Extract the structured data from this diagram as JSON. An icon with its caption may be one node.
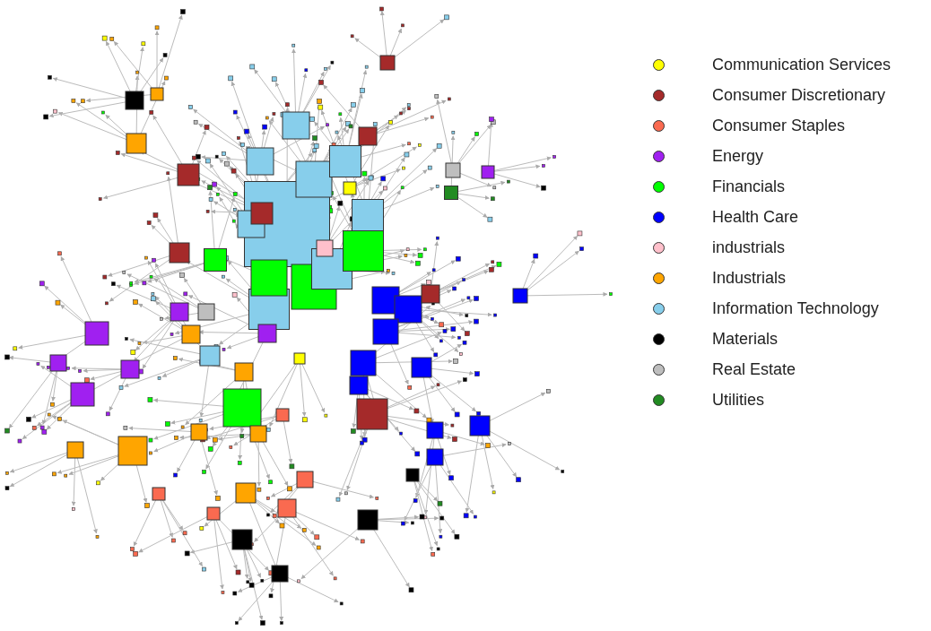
{
  "diagram": {
    "legend": [
      {
        "text": "Communication Services",
        "color": "#ffff00"
      },
      {
        "text": "Consumer Discretionary",
        "color": "#a52a2a"
      },
      {
        "text": "Consumer Staples",
        "color": "#fa6a50"
      },
      {
        "text": "Energy",
        "color": "#a020f0"
      },
      {
        "text": "Financials",
        "color": "#00ff00"
      },
      {
        "text": "Health Care",
        "color": "#0000ff"
      },
      {
        "text": "industrials",
        "color": "#ffc0cb"
      },
      {
        "text": "Industrials",
        "color": "#ffa500"
      },
      {
        "text": "Information Technology",
        "color": "#87ceeb"
      },
      {
        "text": "Materials",
        "color": "#000000"
      },
      {
        "text": "Real Estate",
        "color": "#bebebe"
      },
      {
        "text": "Utilities",
        "color": "#228b22"
      }
    ]
  }
}
